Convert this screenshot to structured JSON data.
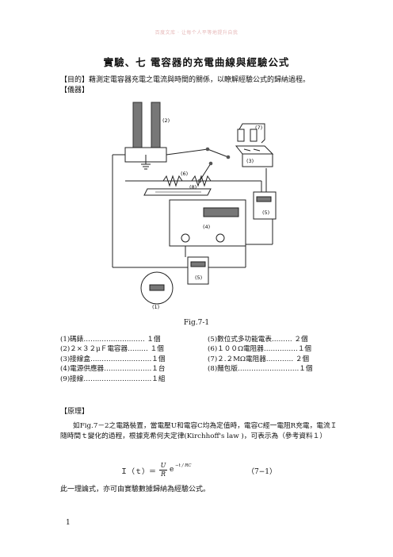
{
  "watermark": "百度文库 · 让每个人平等地提升自我",
  "title": "實驗、七  電容器的充電曲線與經驗公式",
  "purpose_line": "【目的】藉測定電容器充電之電流與時間的關係，以瞭解經驗公式的歸納過程。",
  "apparatus_heading": "【儀器】",
  "diagram_labels": {
    "l1": "(1)",
    "l2": "(2)",
    "l3": "(3)",
    "l4": "(4)",
    "l5a": "(5)",
    "l5b": "(5)",
    "l6": "(6)",
    "l7": "(7)",
    "l8": "(8)"
  },
  "figure_caption": "Fig.7-1",
  "equipment_left": [
    "(1)碼錶………………………  １個",
    "(2)２×３２μＦ電容器……… １個",
    "(3)接線盒………………………１個",
    "(4)電源供應器…………………１台",
    "(9)接線…………………………１組"
  ],
  "equipment_right": [
    "(5)數位式多功能電表………  ２個",
    "(6)１００Ω電阻器……………１個",
    "(7)２.２MΩ電阻器………… ２個",
    "(8)麵包版………………………１個"
  ],
  "principle_heading": "【原理】",
  "principle_text": "如Fig.7－2之電路裝置，當電壓U和電容C均為定值時，電容C經一電阻R充電，電流Ｉ隨時間ｔ變化的過程，根據克希何夫定律(Kirchhoff's law )，可表示為（參考資料１）",
  "equation": {
    "lhs": "Ｉ（ｔ）＝",
    "numerator": "U",
    "denominator": "R",
    "base": "e",
    "exponent": "−t / RC",
    "number": "（7−1）"
  },
  "closing_text": "此一理論式，亦可由實驗數據歸納為經驗公式。",
  "page_number": "1"
}
